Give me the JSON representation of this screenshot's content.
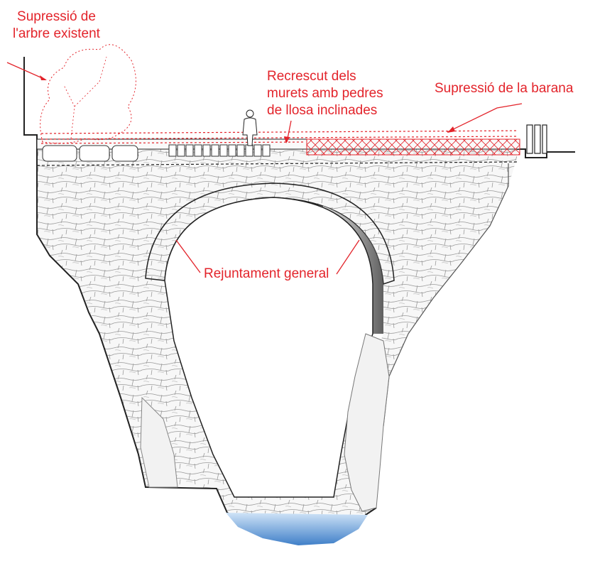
{
  "annotations": {
    "tree_removal": [
      "Supressió de",
      "l'arbre existent"
    ],
    "wall_raising": [
      "Recrescut dels",
      "murets amb pedres",
      "de llosa inclinades"
    ],
    "railing_removal": "Supressió de la barana",
    "general_repointing": "Rejuntament general"
  },
  "colors": {
    "annotation": "#e3242b",
    "linework": "#222222",
    "masonry": "#8a8a8a",
    "water": "#3f7fc8"
  }
}
